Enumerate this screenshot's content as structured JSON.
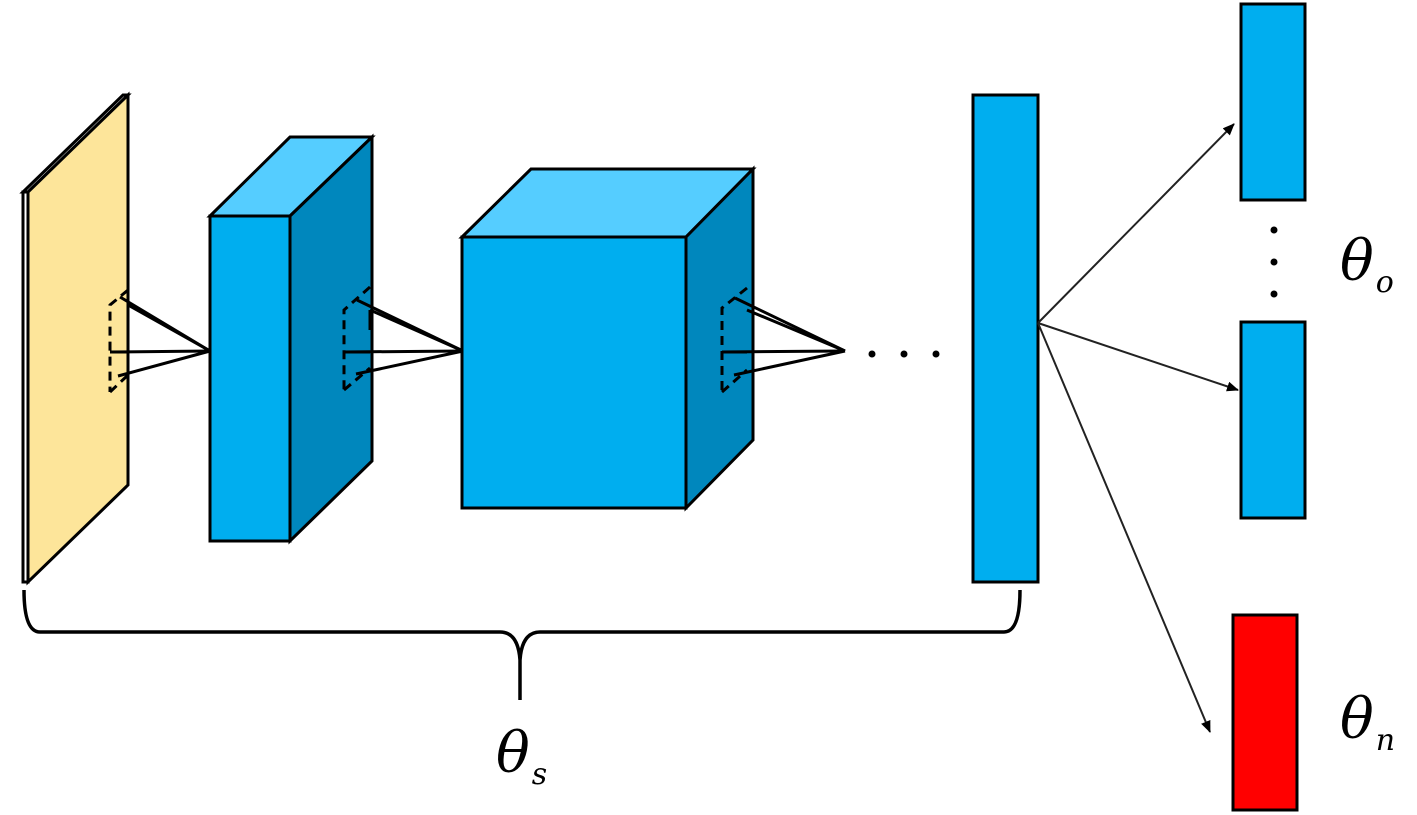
{
  "labels": {
    "shared_symbol": "θ",
    "shared_subscript": "s",
    "old_task_symbol": "θ",
    "old_task_subscript": "o",
    "new_task_symbol": "θ",
    "new_task_subscript": "n"
  },
  "colors": {
    "input_image": "#fde59a",
    "feature_front": "#00aeef",
    "feature_top": "#55cdff",
    "feature_side": "#0087bd",
    "old_task_head": "#00aeef",
    "new_task_head": "#ff0000"
  }
}
